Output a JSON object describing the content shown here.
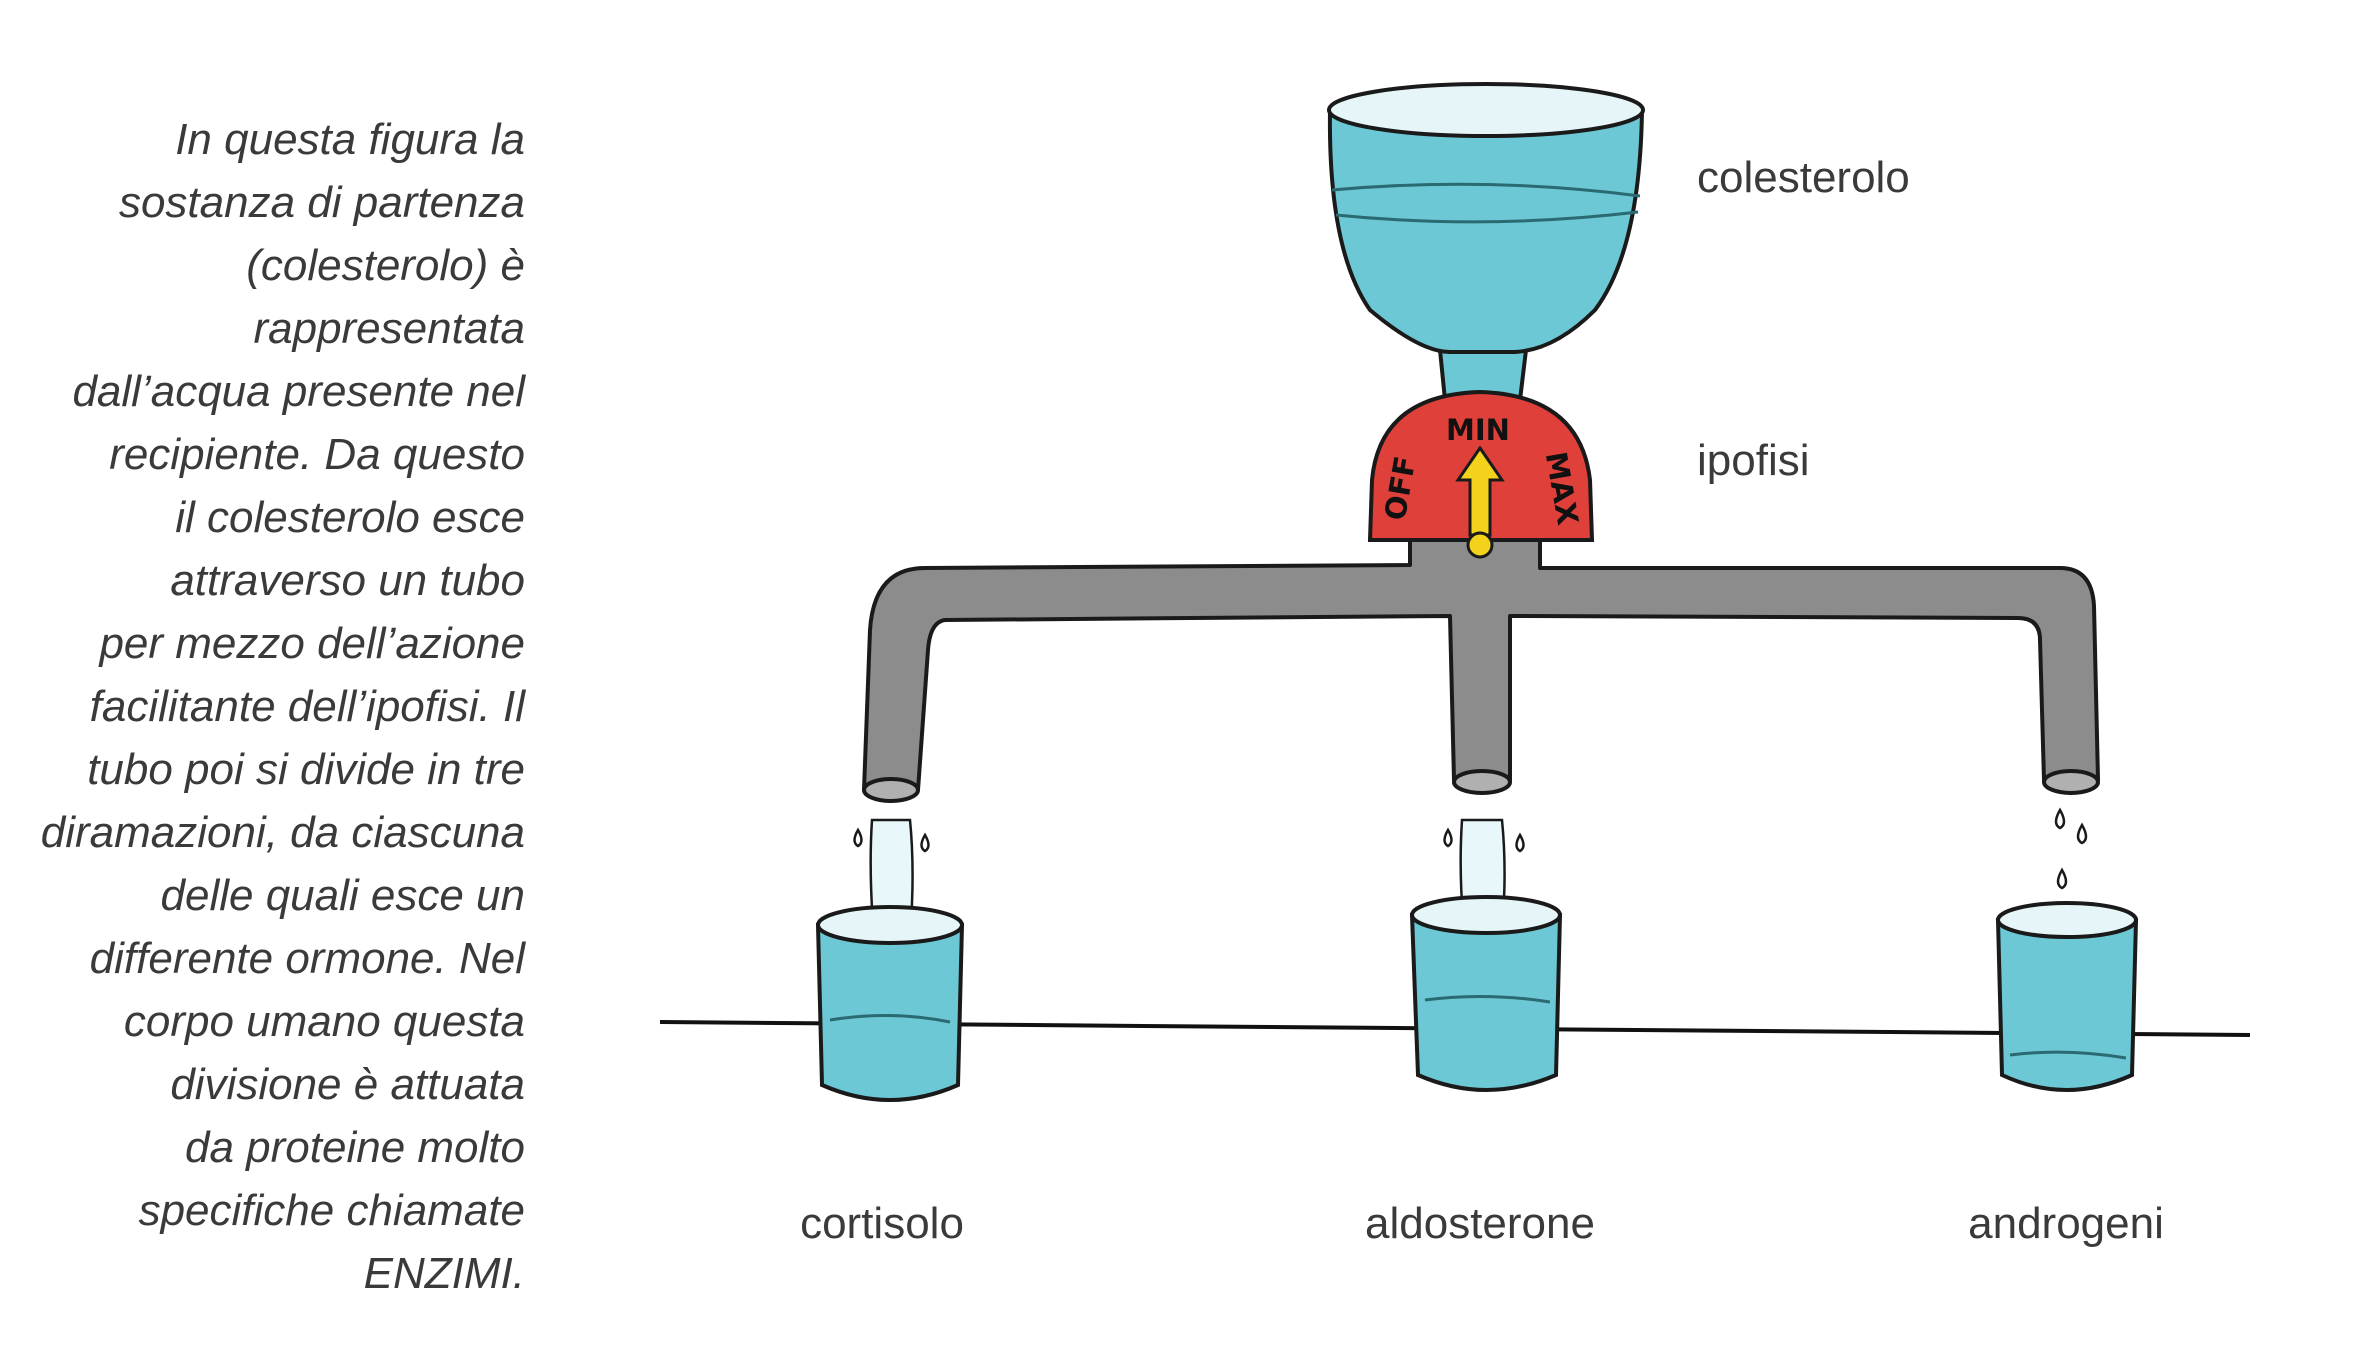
{
  "caption_lines": [
    "In questa figura la",
    "sostanza di partenza",
    "(colesterolo) è",
    "rappresentata",
    "dall’acqua presente nel",
    "recipiente. Da questo",
    "il colesterolo esce",
    "attraverso un tubo",
    "per mezzo dell’azione",
    "facilitante dell’ipofisi. Il",
    "tubo poi si divide in tre",
    "diramazioni, da ciascuna",
    "delle quali esce un",
    "differente ormone. Nel",
    "corpo umano questa",
    "divisione è attuata",
    "da proteine molto",
    "specifiche chiamate",
    "ENZIMI."
  ],
  "labels": {
    "source": "colesterolo",
    "regulator": "ipofisi",
    "outputs": [
      "cortisolo",
      "aldosterone",
      "androgeni"
    ]
  },
  "dial": {
    "off": "OFF",
    "min": "MIN",
    "max": "MAX"
  },
  "colors": {
    "water": "#6cc8d4",
    "pipe": "#8c8c8c",
    "dial": "#e0403a",
    "arrow": "#f2d21a"
  }
}
